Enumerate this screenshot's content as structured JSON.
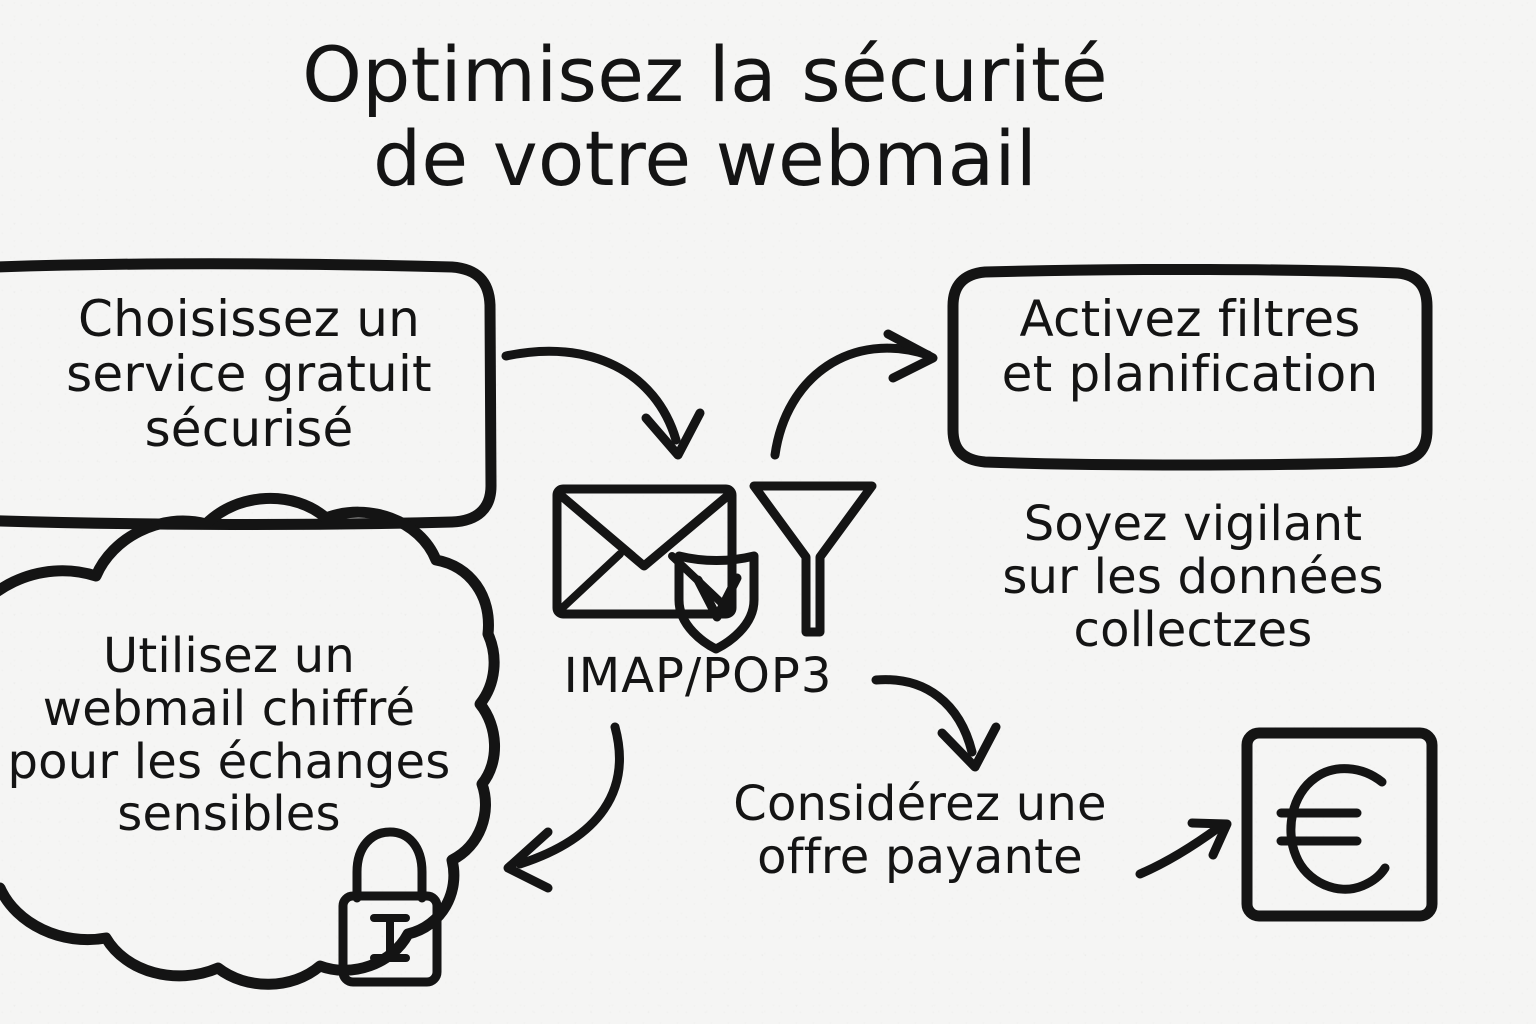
{
  "meta": {
    "style": "hand-drawn sketchnote",
    "language": "fr",
    "ink_color": "#141414",
    "paper_color": "#f5f5f4"
  },
  "title": {
    "line1": "Optimisez la sécurité",
    "line2": "de votre webmail",
    "full": "Optimisez la sécurité de votre webmail"
  },
  "nodes": {
    "box_choose_service": {
      "shape": "rounded-rectangle",
      "line1": "Choisissez un",
      "line2": "service gratuit",
      "line3": "sécurisé",
      "full": "Choisissez un service gratuit sécurisé"
    },
    "box_filters": {
      "shape": "rounded-rectangle",
      "line1": "Activez filtres",
      "line2": "et planification",
      "full": "Activez filtres et planification"
    },
    "cloud_encrypted": {
      "shape": "cloud",
      "line1": "Utilisez un",
      "line2": "webmail chiffré",
      "line3": "pour les échanges",
      "line4": "sensibles",
      "full": "Utilisez un webmail chiffré pour les échanges sensibles"
    },
    "note_vigilant": {
      "shape": "plain-text",
      "line1": "Soyez vigilant",
      "line2": "sur les données",
      "line3": "collectzes",
      "full": "Soyez vigilant sur les données collectzes"
    },
    "note_paid_offer": {
      "shape": "plain-text",
      "line1": "Considérez une",
      "line2": "offre payante",
      "full": "Considérez une offre payante"
    },
    "protocol_label": {
      "text": "IMAP/POP3"
    },
    "box_euro": {
      "shape": "rounded-square",
      "symbol": "€",
      "icon_name": "euro-sign-icon"
    }
  },
  "icons": {
    "envelope": "envelope-icon",
    "shield_check": "shield-check-icon",
    "funnel": "funnel-filter-icon",
    "padlock": "padlock-icon",
    "euro": "euro-sign-icon"
  },
  "arrows": [
    {
      "name": "arrow-service-to-mail",
      "from": "box_choose_service",
      "to": "envelope-icon",
      "direction": "down-right"
    },
    {
      "name": "arrow-mail-to-filters",
      "from": "funnel-icon",
      "to": "box_filters",
      "direction": "up-right"
    },
    {
      "name": "arrow-protocol-to-cloud",
      "from": "protocol_label",
      "to": "cloud_encrypted",
      "direction": "down-left"
    },
    {
      "name": "arrow-protocol-to-offer",
      "from": "protocol_label",
      "to": "note_paid_offer",
      "direction": "down-right"
    },
    {
      "name": "arrow-offer-to-euro",
      "from": "note_paid_offer",
      "to": "box_euro",
      "direction": "up-right"
    }
  ]
}
